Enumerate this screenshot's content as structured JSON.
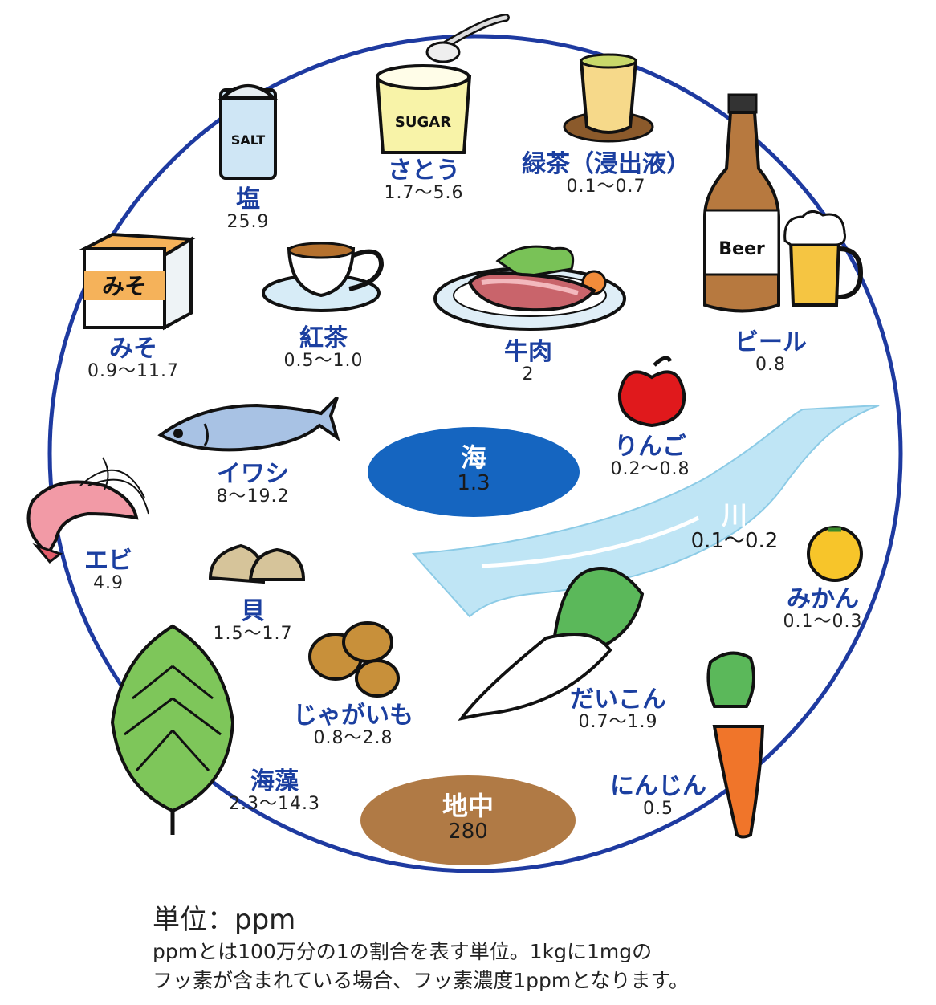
{
  "items": {
    "salt": {
      "name": "塩",
      "value": "25.9",
      "pkg_label": "SALT"
    },
    "sugar": {
      "name": "さとう",
      "value": "1.7〜5.6",
      "pkg_label": "SUGAR"
    },
    "greentea": {
      "name": "緑茶（浸出液）",
      "value": "0.1〜0.7"
    },
    "beer": {
      "name": "ビール",
      "value": "0.8",
      "pkg_label": "Beer"
    },
    "miso": {
      "name": "みそ",
      "value": "0.9〜11.7",
      "pkg_label": "みそ"
    },
    "blacktea": {
      "name": "紅茶",
      "value": "0.5〜1.0"
    },
    "beef": {
      "name": "牛肉",
      "value": "2"
    },
    "apple": {
      "name": "りんご",
      "value": "0.2〜0.8"
    },
    "sardine": {
      "name": "イワシ",
      "value": "8〜19.2"
    },
    "shrimp": {
      "name": "エビ",
      "value": "4.9"
    },
    "shell": {
      "name": "貝",
      "value": "1.5〜1.7"
    },
    "potato": {
      "name": "じゃがいも",
      "value": "0.8〜2.8"
    },
    "radish": {
      "name": "だいこん",
      "value": "0.7〜1.9"
    },
    "seaweed": {
      "name": "海藻",
      "value": "2.3〜14.3"
    },
    "carrot": {
      "name": "にんじん",
      "value": "0.5"
    },
    "mandarin": {
      "name": "みかん",
      "value": "0.1〜0.3"
    }
  },
  "sea": {
    "name": "海",
    "value": "1.3"
  },
  "river": {
    "name": "川",
    "value": "0.1〜0.2"
  },
  "ground": {
    "name": "地中",
    "value": "280"
  },
  "unit": "単位：ppm",
  "note": {
    "line1": "ppmとは100万分の1の割合を表す単位。1kgに1mgの",
    "line2": "フッ素が含まれている場合、フッ素濃度1ppmとなります。"
  },
  "colors": {
    "circle": "#1e3aa0",
    "sea": "#1565c0",
    "river": "#bfe5f5",
    "ground": "#b07a45",
    "label": "#1b3fa0"
  }
}
